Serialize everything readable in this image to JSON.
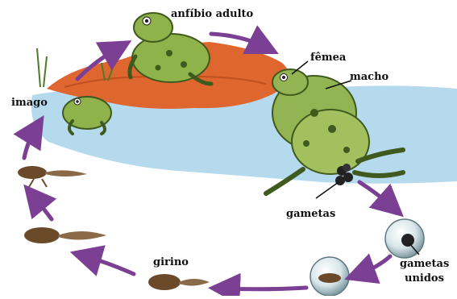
{
  "diagram": {
    "labels": {
      "adult": "anfíbio adulto",
      "female": "fêmea",
      "male": "macho",
      "imago": "imago",
      "gametes": "gametas",
      "united_gametes_line1": "gametas",
      "united_gametes_line2": "unidos",
      "tadpole": "girino"
    },
    "colors": {
      "arrow": "#7b3f93",
      "water": "#a9d3ea",
      "rock": "#e0662f",
      "frog_green": "#8fb24a",
      "frog_dark": "#3f5a1e",
      "tadpole": "#6b4a2a"
    },
    "icons": [
      "adult-frog-icon",
      "mating-frogs-icon",
      "egg-cluster-icon",
      "egg-icon",
      "tadpole-icon",
      "froglet-icon"
    ]
  }
}
